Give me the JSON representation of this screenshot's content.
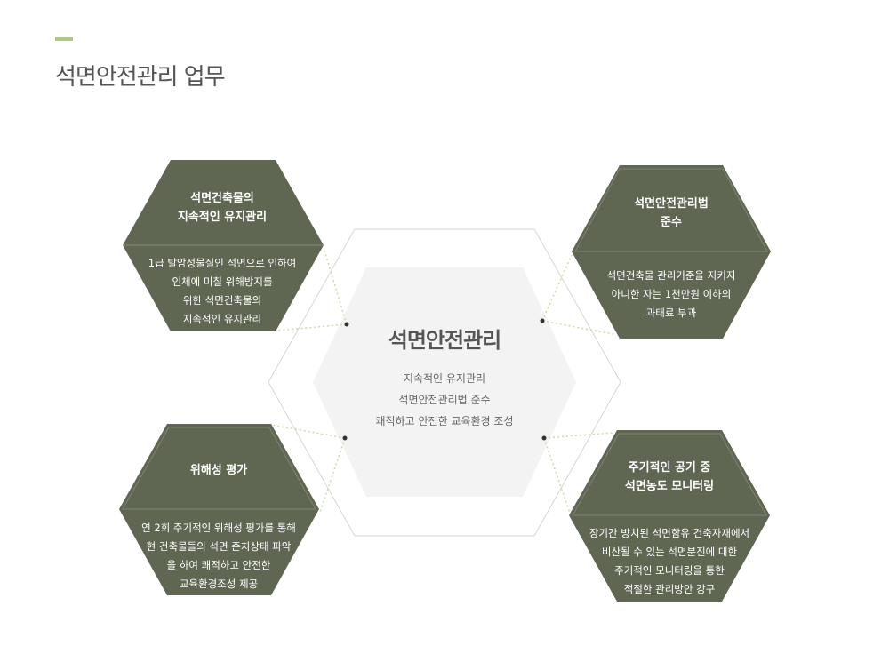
{
  "page": {
    "title": "석면안전관리 업무"
  },
  "center": {
    "title": "석면안전관리",
    "lines": [
      "지속적인 유지관리",
      "석면안전관리법 준수",
      "쾌적하고 안전한 교육환경 조성"
    ]
  },
  "nodes": [
    {
      "title": "석면건축물의\n지속적인 유지관리",
      "desc": "1급 발암성물질인 석면으로 인하여\n인체에 미칠 위해방지를\n위한 석면건축물의\n지속적인 유지관리"
    },
    {
      "title": "석면안전관리법\n준수",
      "desc": "석면건축물 관리기준을 지키지\n아니한 자는 1천만원 이하의\n과태료 부과"
    },
    {
      "title": "위해성 평가",
      "desc": "연 2회 주기적인 위해성 평가를 통해\n현 건축물들의 석면 존치상태 파악\n을 하여 쾌적하고 안전한\n교육환경조성 제공"
    },
    {
      "title": "주기적인 공기 중\n석면농도 모니터링",
      "desc": "장기간 방치된 석면함유 건축자재에서\n비산될 수 있는 석면분진에 대한\n주기적인 모니터링을 통한\n적절한 관리방안 강구"
    }
  ],
  "colors": {
    "hex_fill": "#5f6652",
    "hex_top_fill": "#5a6150",
    "connector": "#c8dca8",
    "accent": "#a9c98a",
    "center_fill": "#f3f3f3",
    "outline": "#d6d6d6"
  }
}
